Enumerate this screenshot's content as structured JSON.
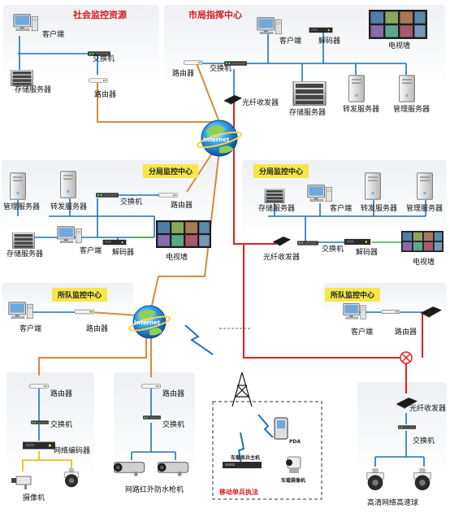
{
  "areas": {
    "social": "社会监控资源",
    "city": "市局指挥中心",
    "branch_left": "分局监控中心",
    "branch_right": "分局监控中心",
    "station_left": "所队监控中心",
    "station_right": "所队监控中心",
    "mobile": "移动单兵执法"
  },
  "labels": {
    "client": "客户端",
    "switch": "交换机",
    "router": "路由器",
    "storage": "存储服务器",
    "decoder": "解码器",
    "tv_wall": "电视墙",
    "fiber": "光纤收发器",
    "forward": "转发服务器",
    "manage": "管理服务器",
    "encoder": "网络编码器",
    "camera": "摄像机",
    "ir_camera": "网路红外防水枪机",
    "hd_dome": "高清网络高速球",
    "mobile_host": "车载单兵主机",
    "pda": "PDA",
    "vehicle_cam": "车载摄像机",
    "internet": "Internet"
  }
}
